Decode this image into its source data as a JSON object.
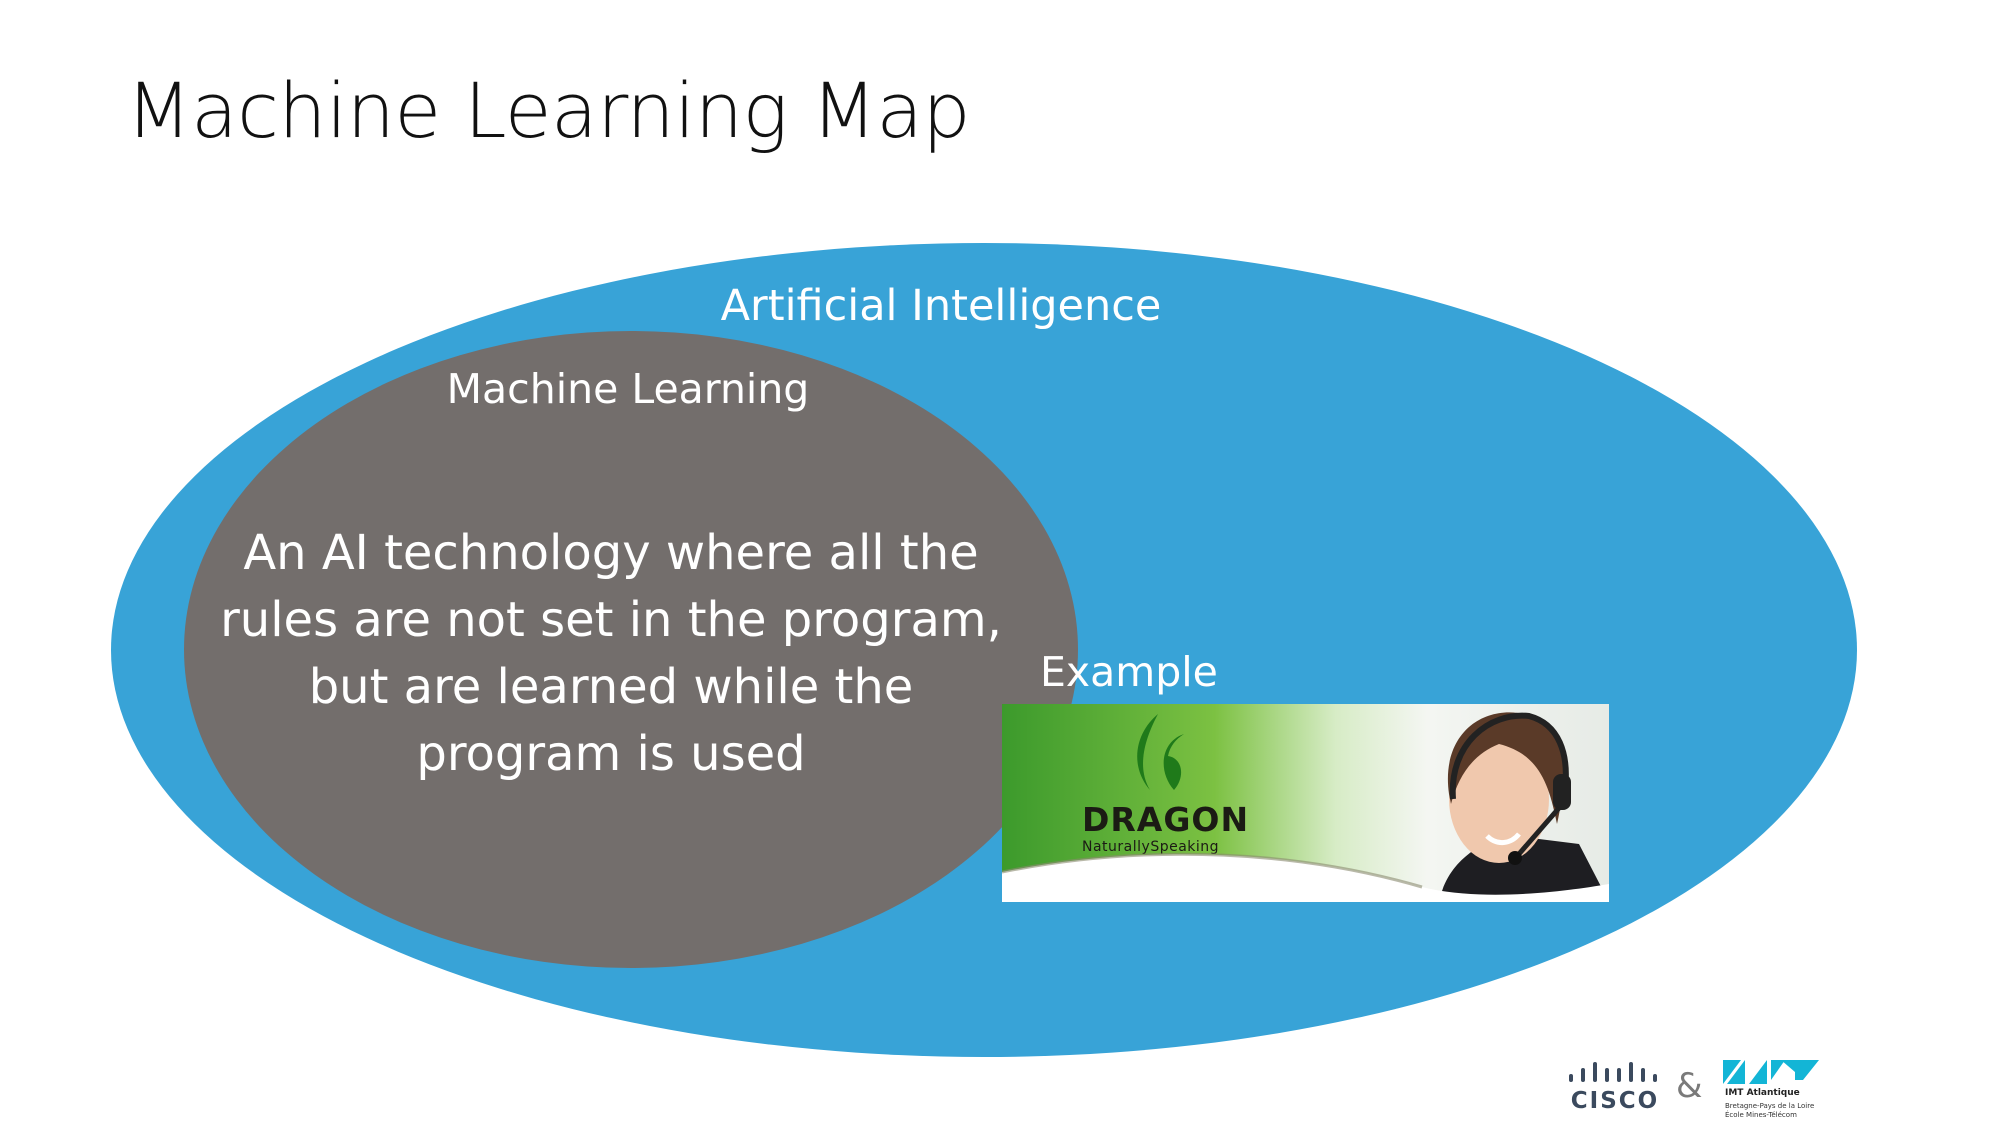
{
  "slide": {
    "title": "Machine Learning Map",
    "ai_label": "Artificial Intelligence",
    "ml_label": "Machine Learning",
    "description_lines": [
      "An AI technology where all the",
      "rules are not set in the program,",
      "but are learned while the",
      "program is used"
    ],
    "example_label": "Example",
    "example_image": {
      "brand": "DRAGON",
      "subtitle": "NaturallySpeaking"
    }
  },
  "footer": {
    "cisco_logo_text": "CISCO",
    "ampersand": "&",
    "imt": {
      "name": "IMT Atlantique",
      "line1": "Bretagne-Pays de la Loire",
      "line2": "École Mines-Télécom"
    }
  },
  "colors": {
    "ai": "#38a3d7",
    "ml": "#736e6c"
  }
}
